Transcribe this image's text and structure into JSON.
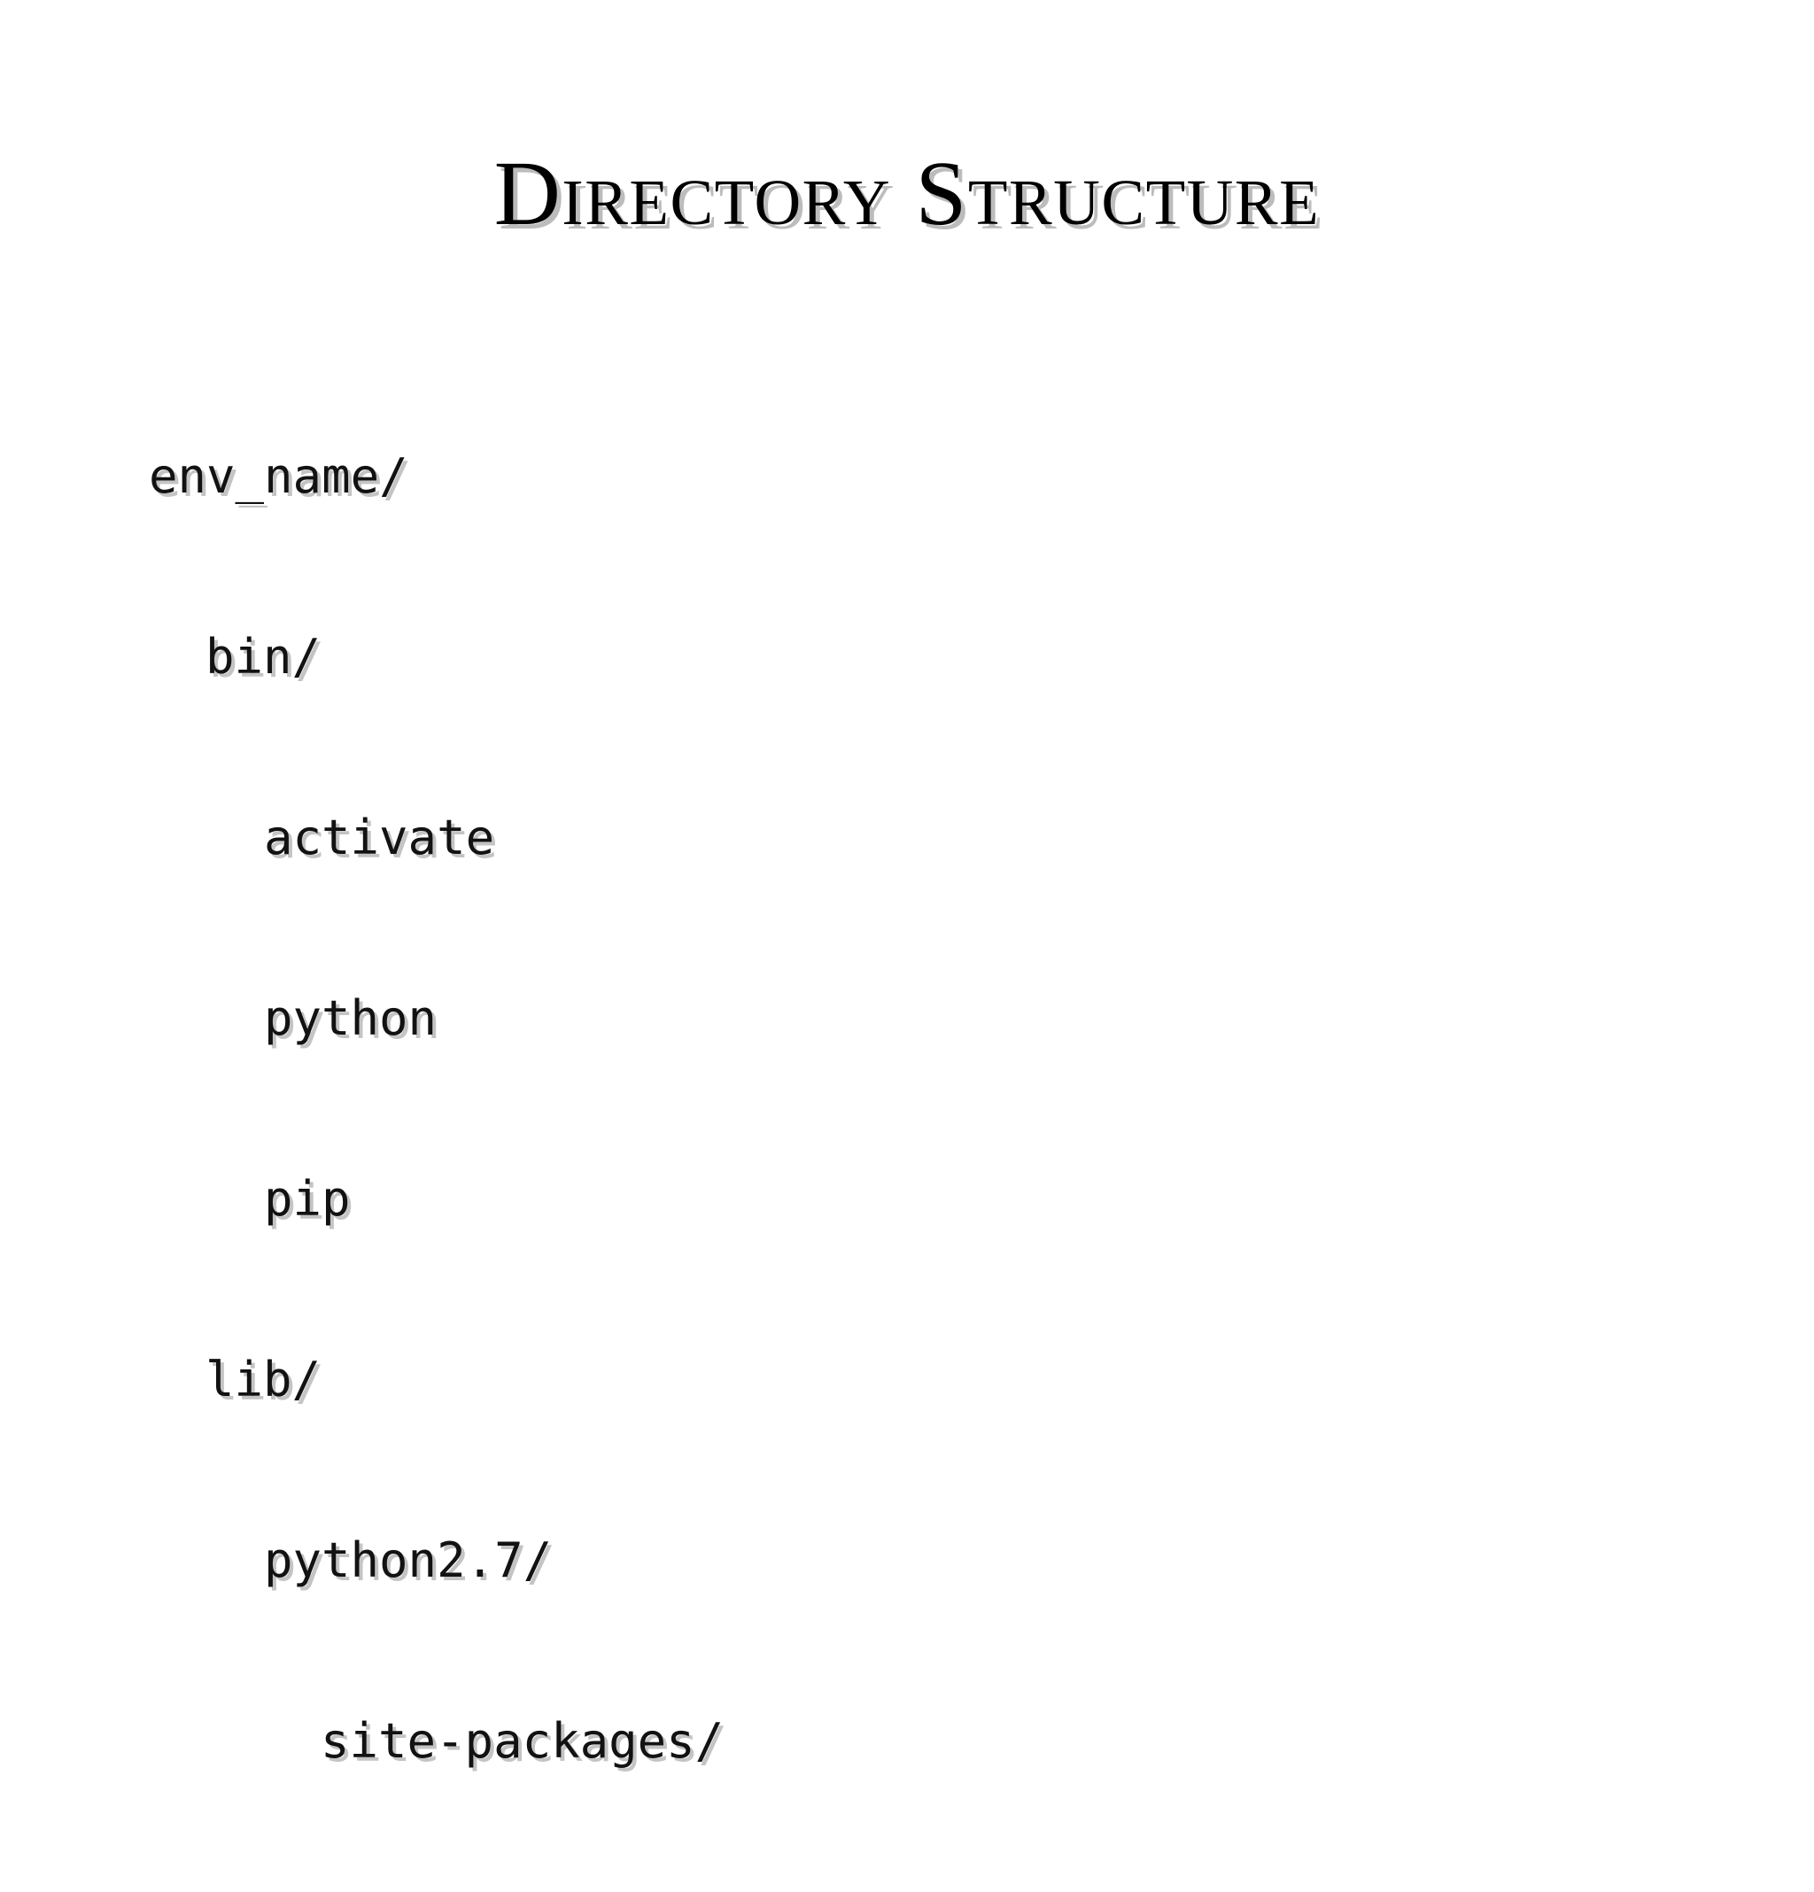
{
  "slide": {
    "title": "Directory Structure",
    "background_color": "#ffffff",
    "text_color": "#121212",
    "shadow_color": "#c4c4c4"
  },
  "tree": {
    "lines": [
      {
        "text": "env_name/",
        "indent": 0
      },
      {
        "text": "bin/",
        "indent": 1
      },
      {
        "text": "activate",
        "indent": 2
      },
      {
        "text": "python",
        "indent": 2
      },
      {
        "text": "pip",
        "indent": 2
      },
      {
        "text": "lib/",
        "indent": 1
      },
      {
        "text": "python2.7/",
        "indent": 2
      },
      {
        "text": "site-packages/",
        "indent": 3
      }
    ]
  }
}
